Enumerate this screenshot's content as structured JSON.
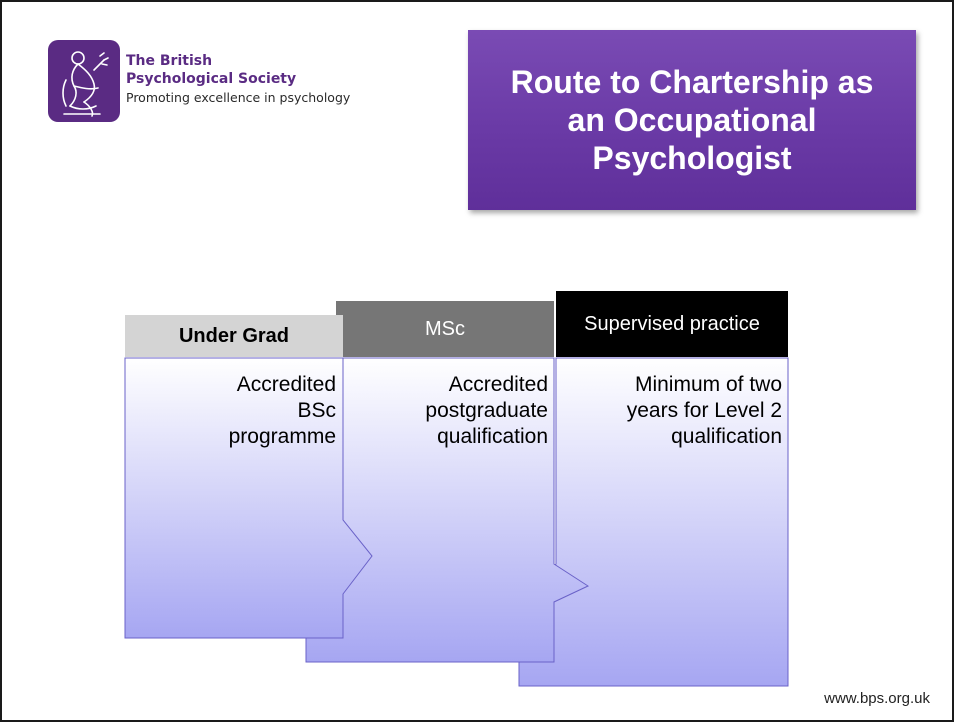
{
  "org": {
    "name_line1": "The British",
    "name_line2": "Psychological Society",
    "tagline": "Promoting excellence in psychology"
  },
  "title": {
    "line1": "Route to Chartership as",
    "line2": "an Occupational",
    "line3": "Psychologist"
  },
  "stages": [
    {
      "header": "Under Grad",
      "line1": "Accredited",
      "line2": "BSc",
      "line3": "programme"
    },
    {
      "header": "MSc",
      "line1": "Accredited",
      "line2": "postgraduate",
      "line3": "qualification"
    },
    {
      "header": "Supervised practice",
      "line1": "Minimum of two",
      "line2": "years for Level 2",
      "line3": "qualification"
    }
  ],
  "footer": {
    "url": "www.bps.org.uk"
  },
  "colors": {
    "title_purple": "#6a3aa6",
    "org_purple": "#5a2b83",
    "chevron_top": "#ffffff",
    "chevron_bottom": "#a6a6f2",
    "chevron_border": "#6a62c8"
  }
}
